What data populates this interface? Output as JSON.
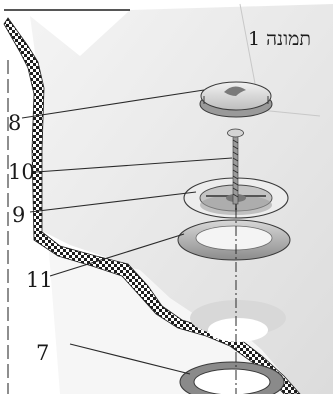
{
  "figure": {
    "title": "תמונה 1"
  },
  "callouts": [
    {
      "id": "8",
      "label": "8"
    },
    {
      "id": "10",
      "label": "10"
    },
    {
      "id": "9",
      "label": "9"
    },
    {
      "id": "11",
      "label": "11"
    },
    {
      "id": "7",
      "label": "7"
    }
  ],
  "colors": {
    "background": "#ffffff",
    "surface": "#ececec",
    "surface_dark": "#d6d6d6",
    "hatch": "#1e1e1e",
    "part_light": "#e2e2e2",
    "part_mid": "#a8a8a8",
    "part_dark": "#6e6e6e",
    "line": "#2a2a2a"
  }
}
